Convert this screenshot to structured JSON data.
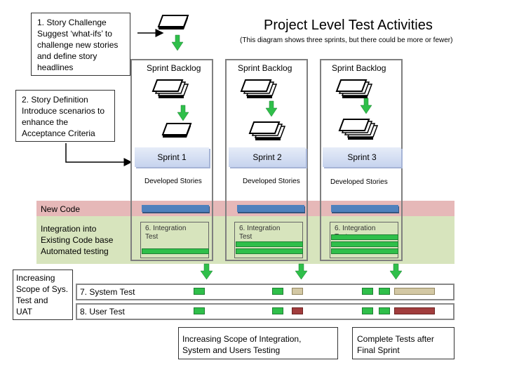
{
  "title": "Project Level Test Activities",
  "subtitle": "(This diagram shows three sprints, but there could be more or fewer)",
  "story_challenge": {
    "heading": "1.    Story Challenge",
    "body": "Suggest ‘what-ifs’ to\nchallenge new stories\nand define story\nheadlines"
  },
  "story_definition": {
    "heading": "2. Story Definition",
    "body": "Introduce scenarios to\nenhance the\nAcceptance Criteria"
  },
  "sprints": [
    {
      "backlog": "Sprint Backlog",
      "name": "Sprint 1",
      "developed": "Developed Stories",
      "integration": "6. Integration\nTest"
    },
    {
      "backlog": "Sprint Backlog",
      "name": "Sprint 2",
      "developed": "Developed Stories",
      "integration": "6. Integration\nTest"
    },
    {
      "backlog": "Sprint Backlog",
      "name": "Sprint 3",
      "developed": "Developed Stories",
      "integration": "6. Integration\nTest"
    }
  ],
  "bands": {
    "new_code": "New Code",
    "integration": "Integration into\nExisting Code base\nAutomated testing"
  },
  "scope_label": "Increasing\nScope of Sys.\nTest and\nUAT",
  "system_test": "7. System Test",
  "user_test": "8. User Test",
  "footer_left": "Increasing Scope of Integration,\nSystem and Users Testing",
  "footer_right": "Complete Tests after\nFinal Sprint",
  "colors": {
    "arrow_green": "#2fbf4a",
    "new_code_band": "#e6b8b8",
    "integration_band": "#d7e4bd",
    "bar_blue": "#4f81bd",
    "system_test_tan": "#d3c8a4",
    "user_test_red": "#a13d3d"
  }
}
